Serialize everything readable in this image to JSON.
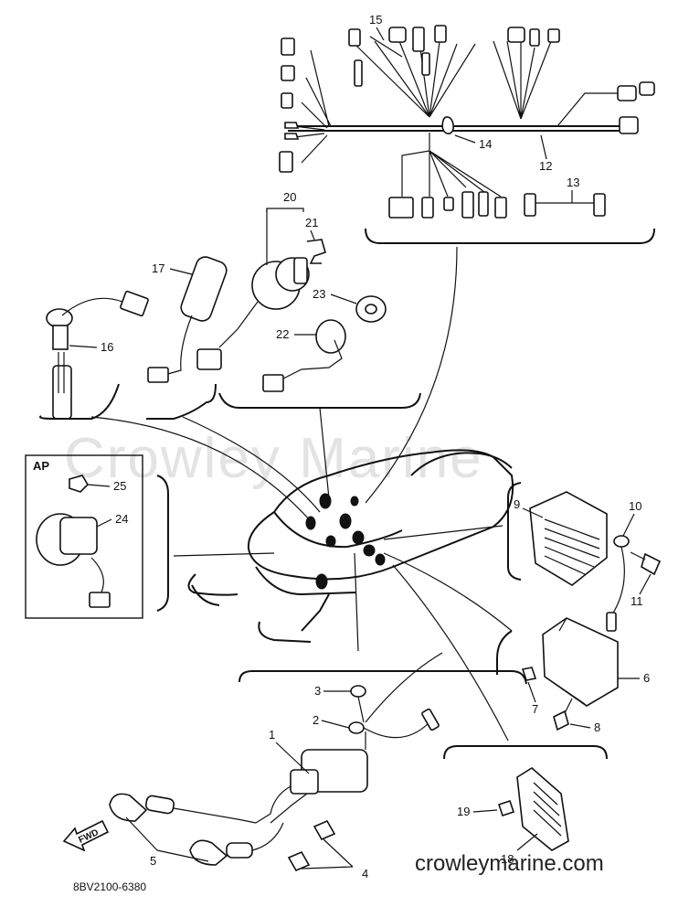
{
  "watermark": "Crowley Marine",
  "website": "crowleymarine.com",
  "diagram_code": "8BV2100-6380",
  "inset_label": "AP",
  "direction_arrow_label": "FWD",
  "callouts": {
    "p1": "1",
    "p2": "2",
    "p3": "3",
    "p4": "4",
    "p5": "5",
    "p6": "6",
    "p7": "7",
    "p8": "8",
    "p9": "9",
    "p10": "10",
    "p11": "11",
    "p12": "12",
    "p13": "13",
    "p14": "14",
    "p15": "15",
    "p16": "16",
    "p17": "17",
    "p18": "18",
    "p19": "19",
    "p20": "20",
    "p21": "21",
    "p22": "22",
    "p23": "23",
    "p24": "24",
    "p25": "25"
  }
}
